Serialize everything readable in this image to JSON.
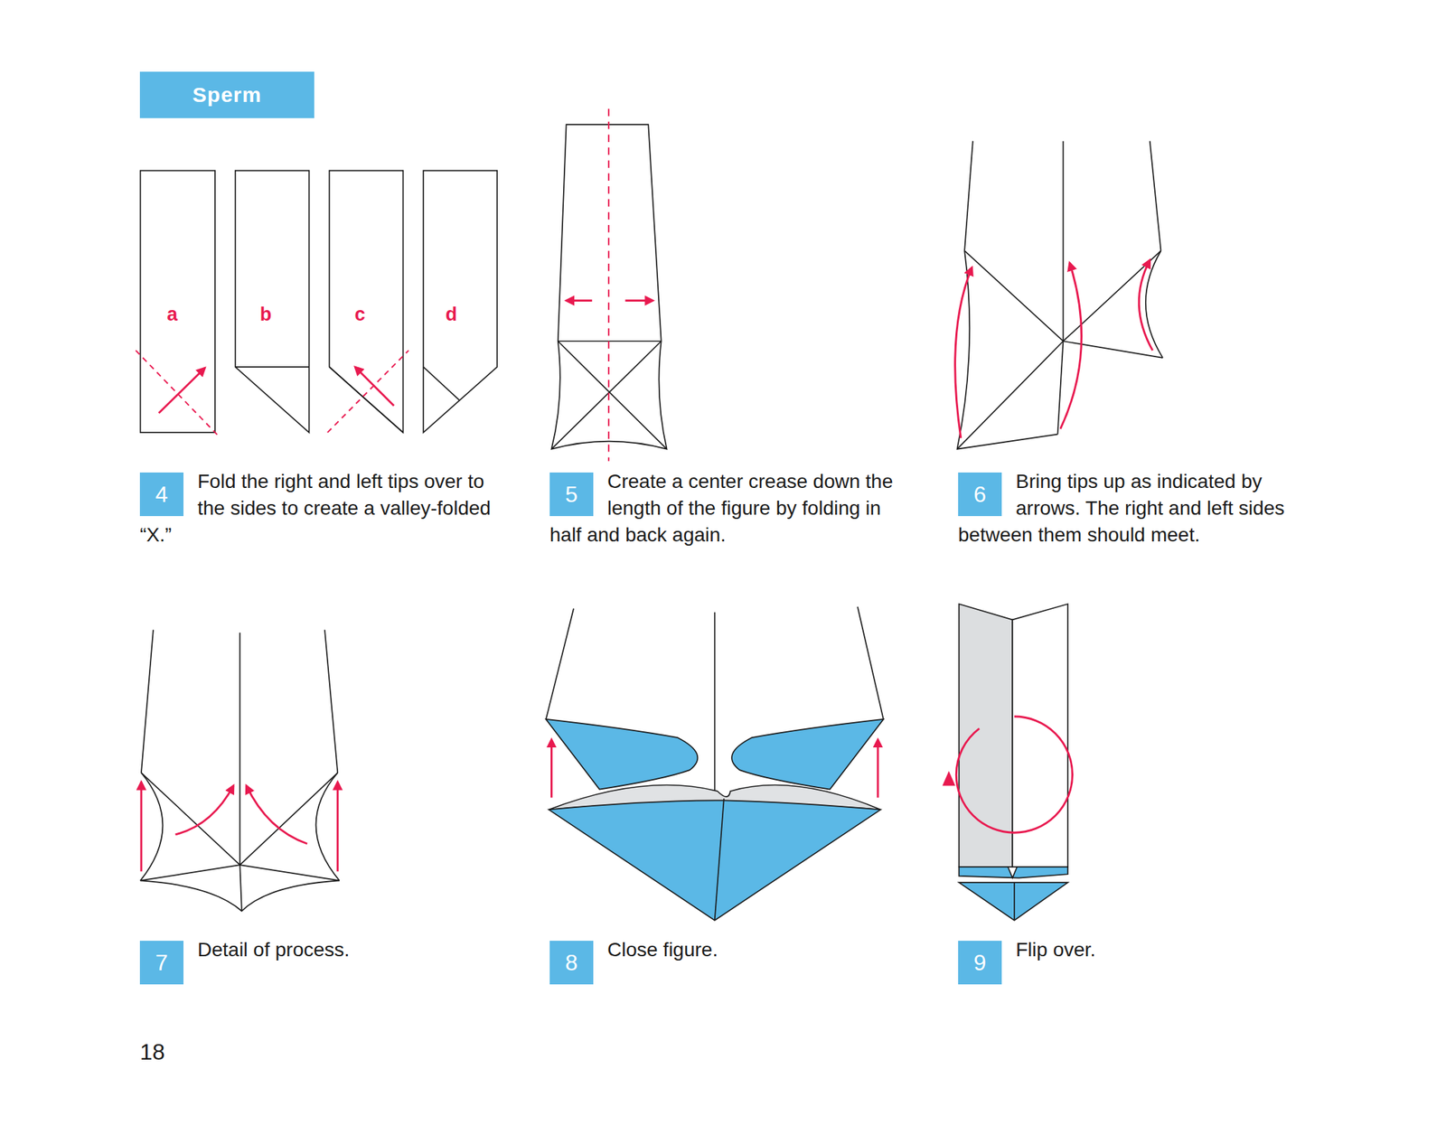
{
  "diagram": {
    "title": "Sperm",
    "nodes": [
      {
        "text": [
          "4"
        ]
      },
      {
        "text": [
          "5"
        ]
      },
      {
        "text": [
          "6"
        ]
      },
      {
        "text": [
          "7"
        ]
      },
      {
        "text": [
          "8"
        ]
      },
      {
        "text": [
          "9"
        ]
      }
    ],
    "labels": [
      "a",
      "b",
      "c",
      "d",
      "Fold the right and left tips over to the sides to create a valley-folded “X.”",
      "Create a center crease down the length of the figure by folding in half and back again.",
      "Bring tips up as indicated by arrows. The right and left sides between them should meet.",
      "Detail of process.",
      "Close figure.",
      "Flip over.",
      "18"
    ]
  }
}
